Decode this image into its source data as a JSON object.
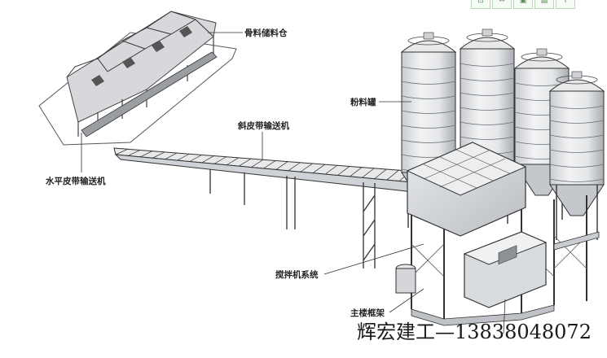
{
  "labels": {
    "aggregate_bin": "骨料储料仓",
    "incline_belt": "斜皮带输送机",
    "horizontal_belt": "水平皮带输送机",
    "powder_silo": "粉料罐",
    "mixer_system": "搅拌机系统",
    "main_frame": "主楼框架"
  },
  "watermark": "辉宏建工—13838048072",
  "toolbar": [
    {
      "icon": "zoom-icon",
      "glyph": "⊡"
    },
    {
      "icon": "fit-icon",
      "glyph": "⇔"
    },
    {
      "icon": "image-icon",
      "glyph": "▣"
    },
    {
      "icon": "print-icon",
      "glyph": "▤"
    },
    {
      "icon": "info-icon",
      "glyph": "ⅰ"
    }
  ]
}
